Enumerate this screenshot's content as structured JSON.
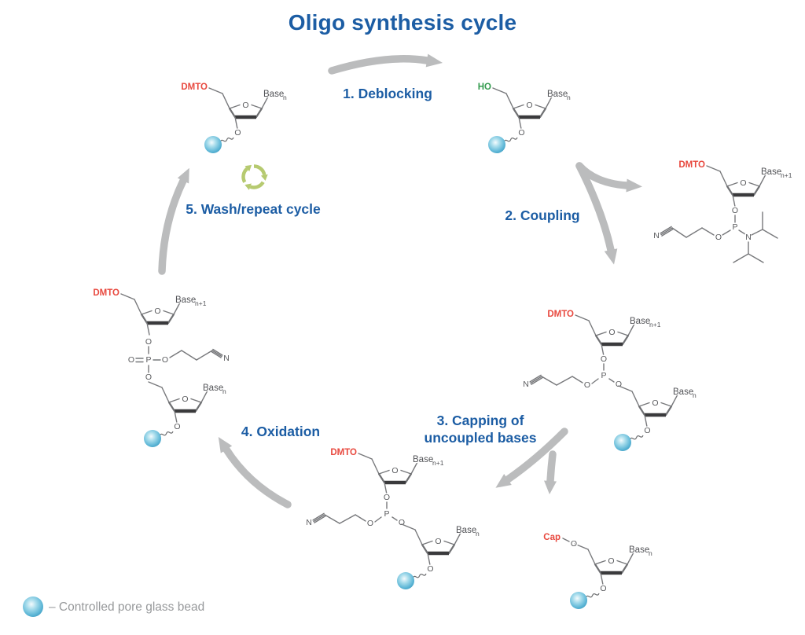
{
  "title": "Oligo synthesis cycle",
  "steps": {
    "deblocking": "1. Deblocking",
    "coupling": "2. Coupling",
    "capping_line1": "3. Capping of",
    "capping_line2": "uncoupled bases",
    "oxidation": "4. Oxidation",
    "wash": "5. Wash/repeat cycle"
  },
  "legend": {
    "label": "– Controlled pore glass bead"
  },
  "chem": {
    "dmto": "DMTO",
    "ho": "HO",
    "cap": "Cap",
    "base": "Base",
    "sub_n": "n",
    "sub_n_plus_1": "n+1",
    "o": "O",
    "p": "P",
    "n": "N"
  },
  "colors": {
    "accent_blue": "#1c5da4",
    "label_red": "#e8493f",
    "label_green": "#339b4e",
    "base_gray": "#515256",
    "bond_gray": "#77787b",
    "arrow_gray": "#bbbcbd",
    "recycle_green": "#b6ca70",
    "bead_blue": "#62b9d8"
  }
}
